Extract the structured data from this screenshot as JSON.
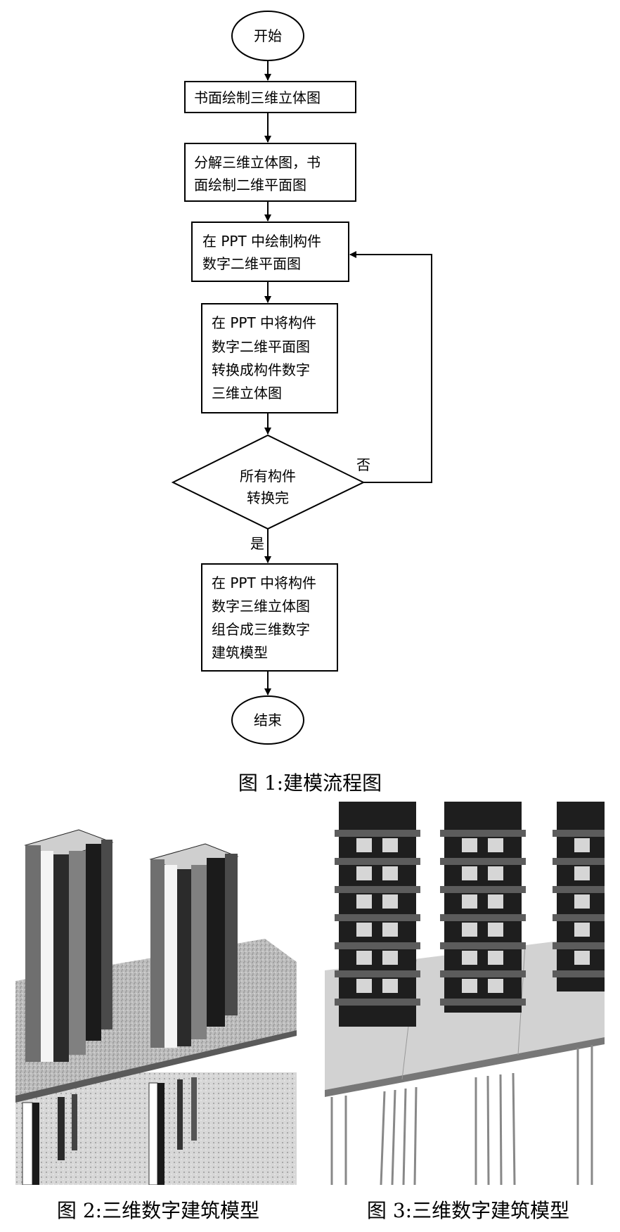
{
  "flowchart": {
    "start": "开始",
    "step1": "书面绘制三维立体图",
    "step2": [
      "分解三维立体图，书",
      "面绘制二维平面图"
    ],
    "step3": [
      "在 PPT 中绘制构件",
      "数字二维平面图"
    ],
    "step4": [
      "在 PPT 中将构件",
      "数字二维平面图",
      "转换成构件数字",
      "三维立体图"
    ],
    "decision": [
      "所有构件",
      "转换完"
    ],
    "no_label": "否",
    "yes_label": "是",
    "step5": [
      "在 PPT 中将构件",
      "数字三维立体图",
      "组合成三维数字",
      "建筑模型"
    ],
    "end": "结束"
  },
  "captions": {
    "fig1": "图 1:建模流程图",
    "fig2": "图 2:三维数字建筑模型",
    "fig3": "图 3:三维数字建筑模型"
  }
}
